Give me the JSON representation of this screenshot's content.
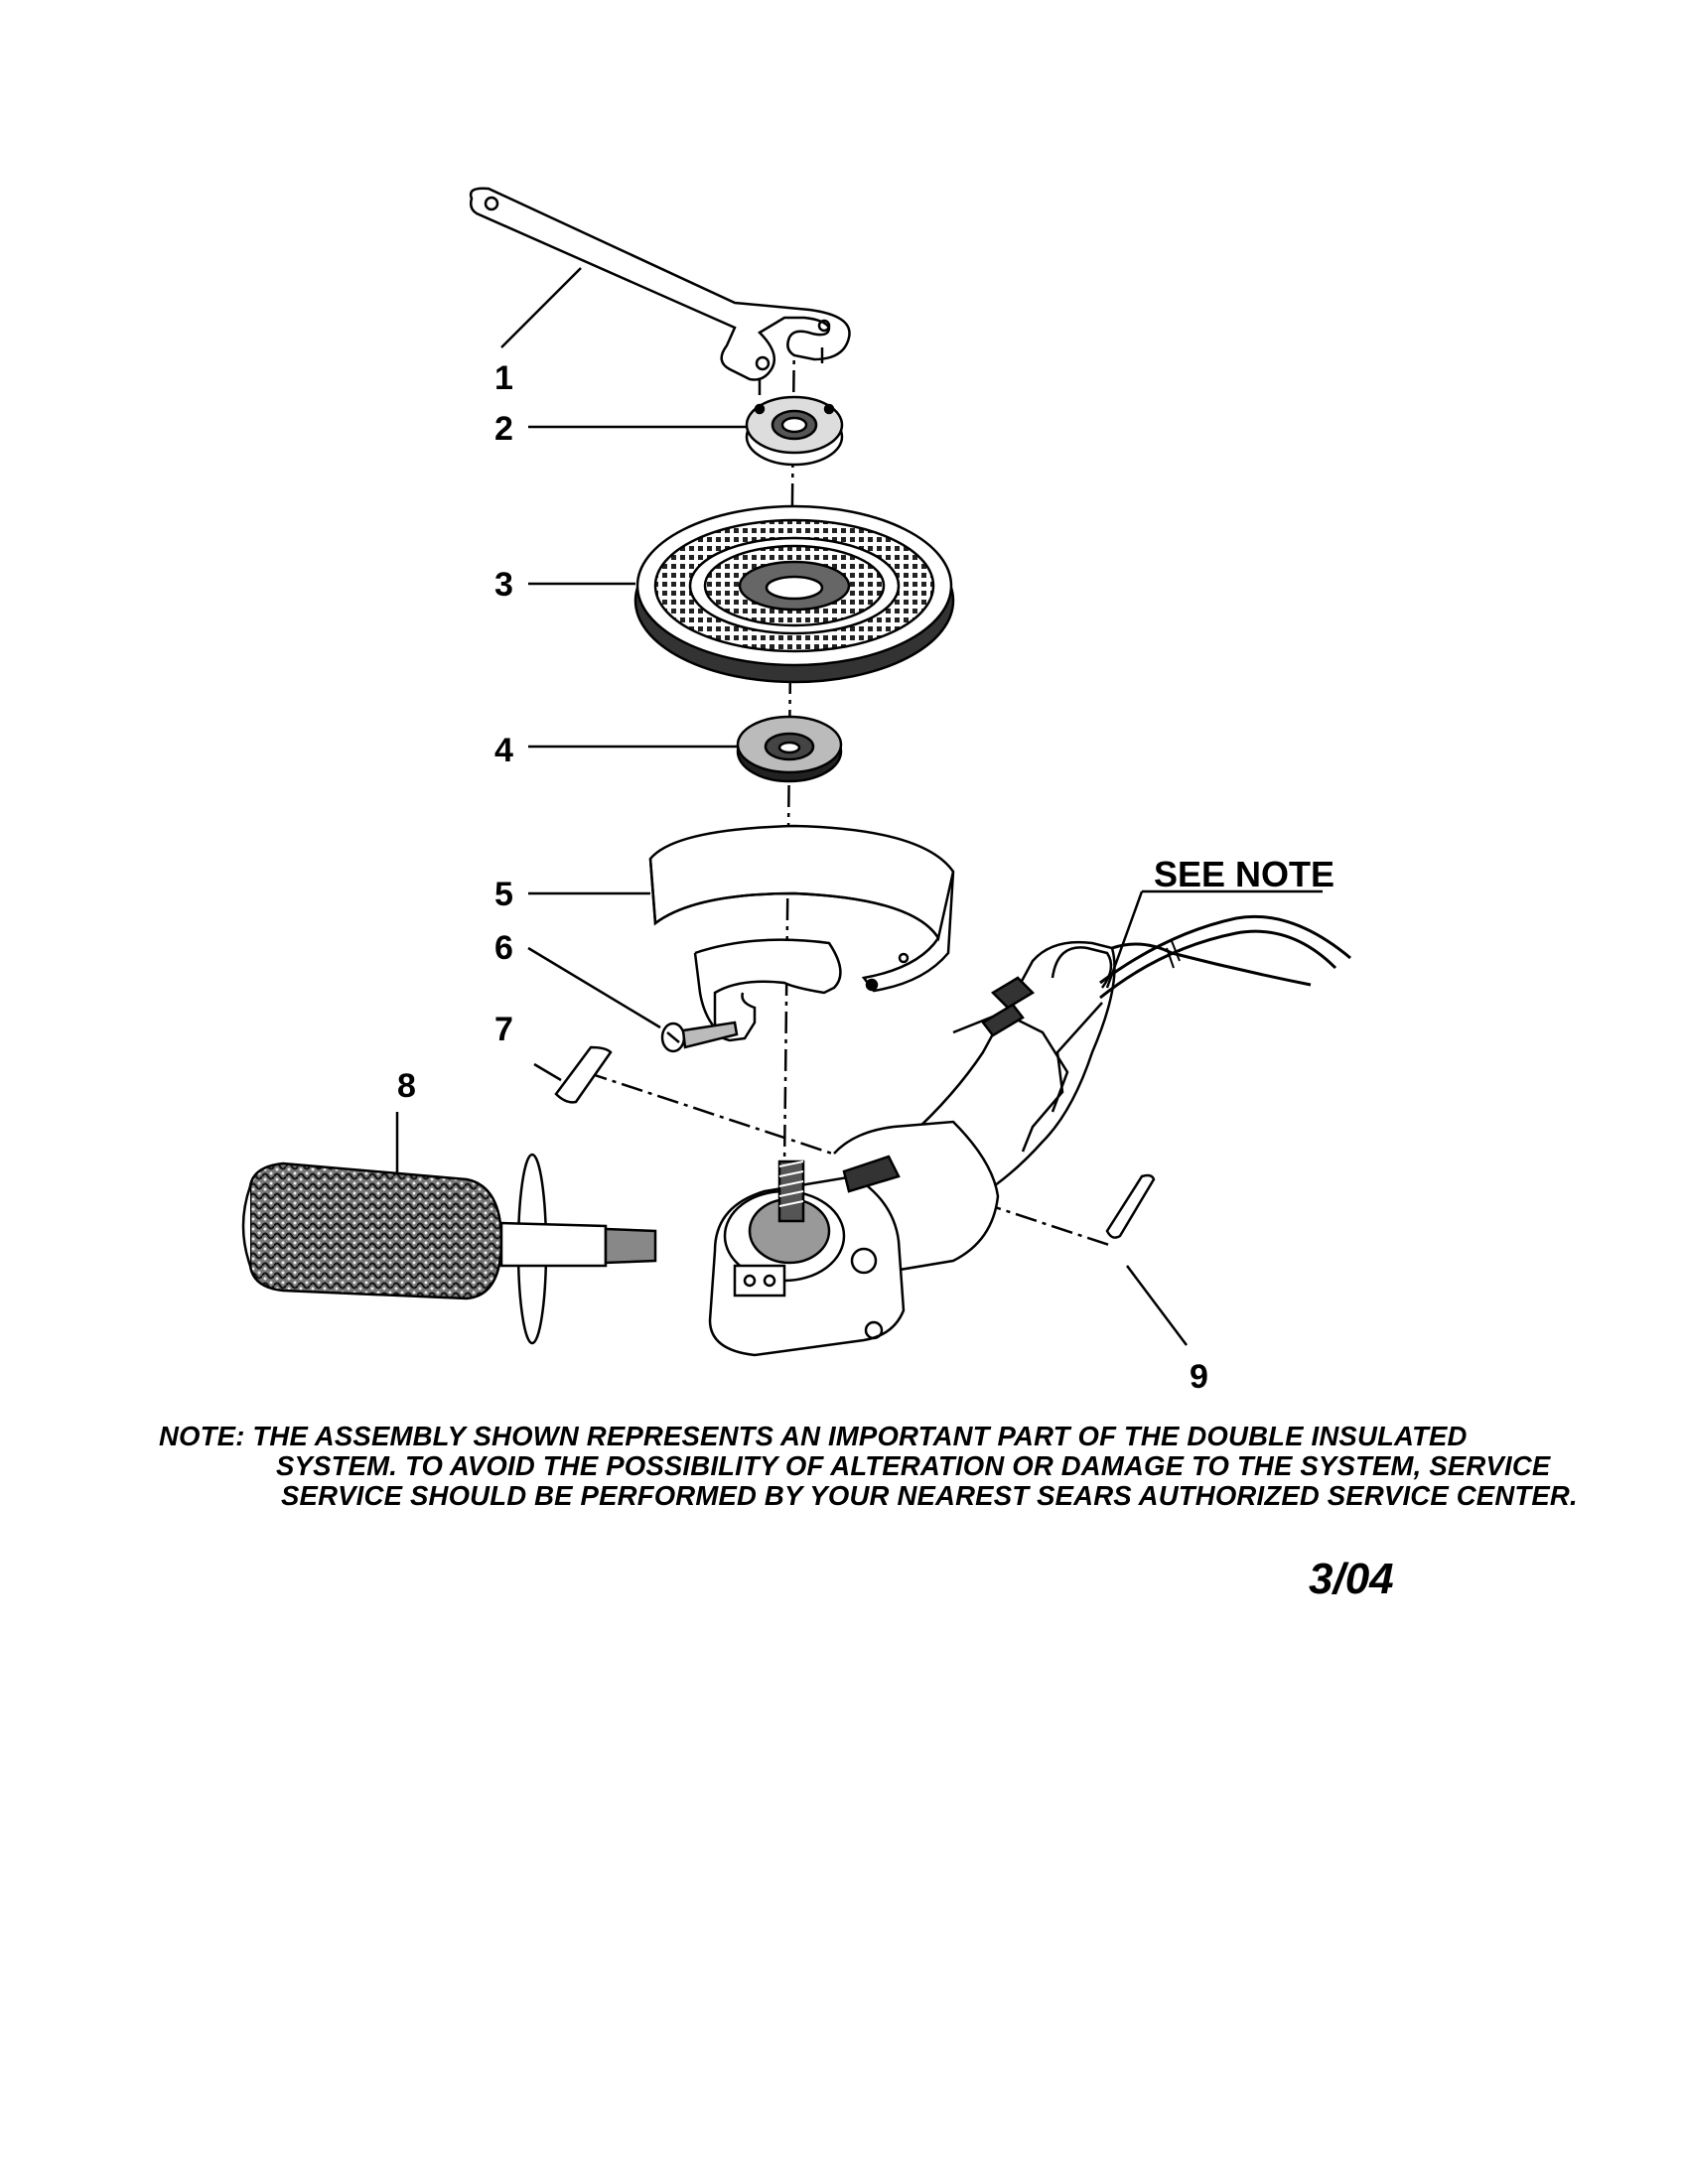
{
  "diagram": {
    "callouts": [
      "1",
      "2",
      "3",
      "4",
      "5",
      "6",
      "7",
      "8",
      "9"
    ],
    "see_note": "SEE NOTE"
  },
  "note": {
    "line1": "NOTE: THE ASSEMBLY SHOWN REPRESENTS AN IMPORTANT PART OF THE DOUBLE INSULATED",
    "line2": "SYSTEM. TO AVOID THE POSSIBILITY OF ALTERATION OR DAMAGE TO THE SYSTEM, SERVICE",
    "line3": "SERVICE SHOULD BE PERFORMED BY YOUR NEAREST SEARS AUTHORIZED SERVICE CENTER."
  },
  "date": "3/04"
}
